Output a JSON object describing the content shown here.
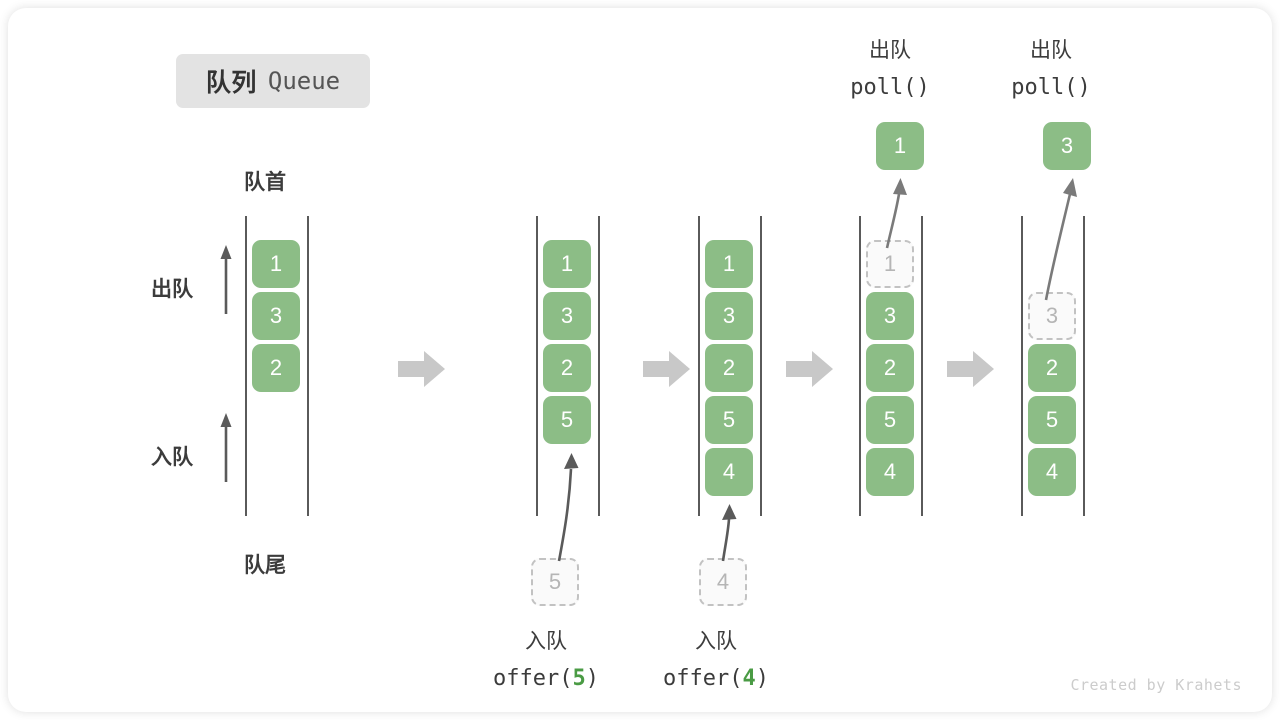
{
  "title": {
    "cn": "队列",
    "en": "Queue"
  },
  "labels": {
    "head": "队首",
    "tail": "队尾",
    "dequeue_side": "出队",
    "enqueue_side": "入队"
  },
  "operations": [
    {
      "cn": "入队",
      "fn_prefix": "offer(",
      "arg": "5",
      "fn_suffix": ")"
    },
    {
      "cn": "入队",
      "fn_prefix": "offer(",
      "arg": "4",
      "fn_suffix": ")"
    },
    {
      "cn": "出队",
      "fn_prefix": "poll(",
      "arg": "",
      "fn_suffix": ")"
    },
    {
      "cn": "出队",
      "fn_prefix": "poll(",
      "arg": "",
      "fn_suffix": ")"
    }
  ],
  "columns": [
    {
      "name": "initial",
      "cells": [
        "1",
        "3",
        "2"
      ]
    },
    {
      "name": "after-offer-5",
      "cells": [
        "1",
        "3",
        "2",
        "5"
      ]
    },
    {
      "name": "after-offer-4",
      "cells": [
        "1",
        "3",
        "2",
        "5",
        "4"
      ]
    },
    {
      "name": "after-poll-1",
      "cells": [
        "1",
        "3",
        "2",
        "5",
        "4"
      ],
      "ghost_index": 0
    },
    {
      "name": "after-poll-3",
      "cells": [
        "3",
        "2",
        "5",
        "4"
      ],
      "ghost_index": 0,
      "offset_slots": 1
    }
  ],
  "incoming": [
    {
      "value": "5"
    },
    {
      "value": "4"
    }
  ],
  "popped": [
    {
      "value": "1"
    },
    {
      "value": "3"
    }
  ],
  "colors": {
    "cell_fill": "#8cbd86",
    "cell_text": "#ffffff",
    "ghost_fill": "#fafafa",
    "ghost_border": "#c2c2c2",
    "ghost_text": "#b5b5b5",
    "rail": "#5a5a5a",
    "step_arrow": "#c8c8c8",
    "accent_arg": "#4a9b44",
    "badge_bg": "#e3e3e3",
    "text": "#3c3c3c"
  },
  "watermark": "Created by Krahets"
}
